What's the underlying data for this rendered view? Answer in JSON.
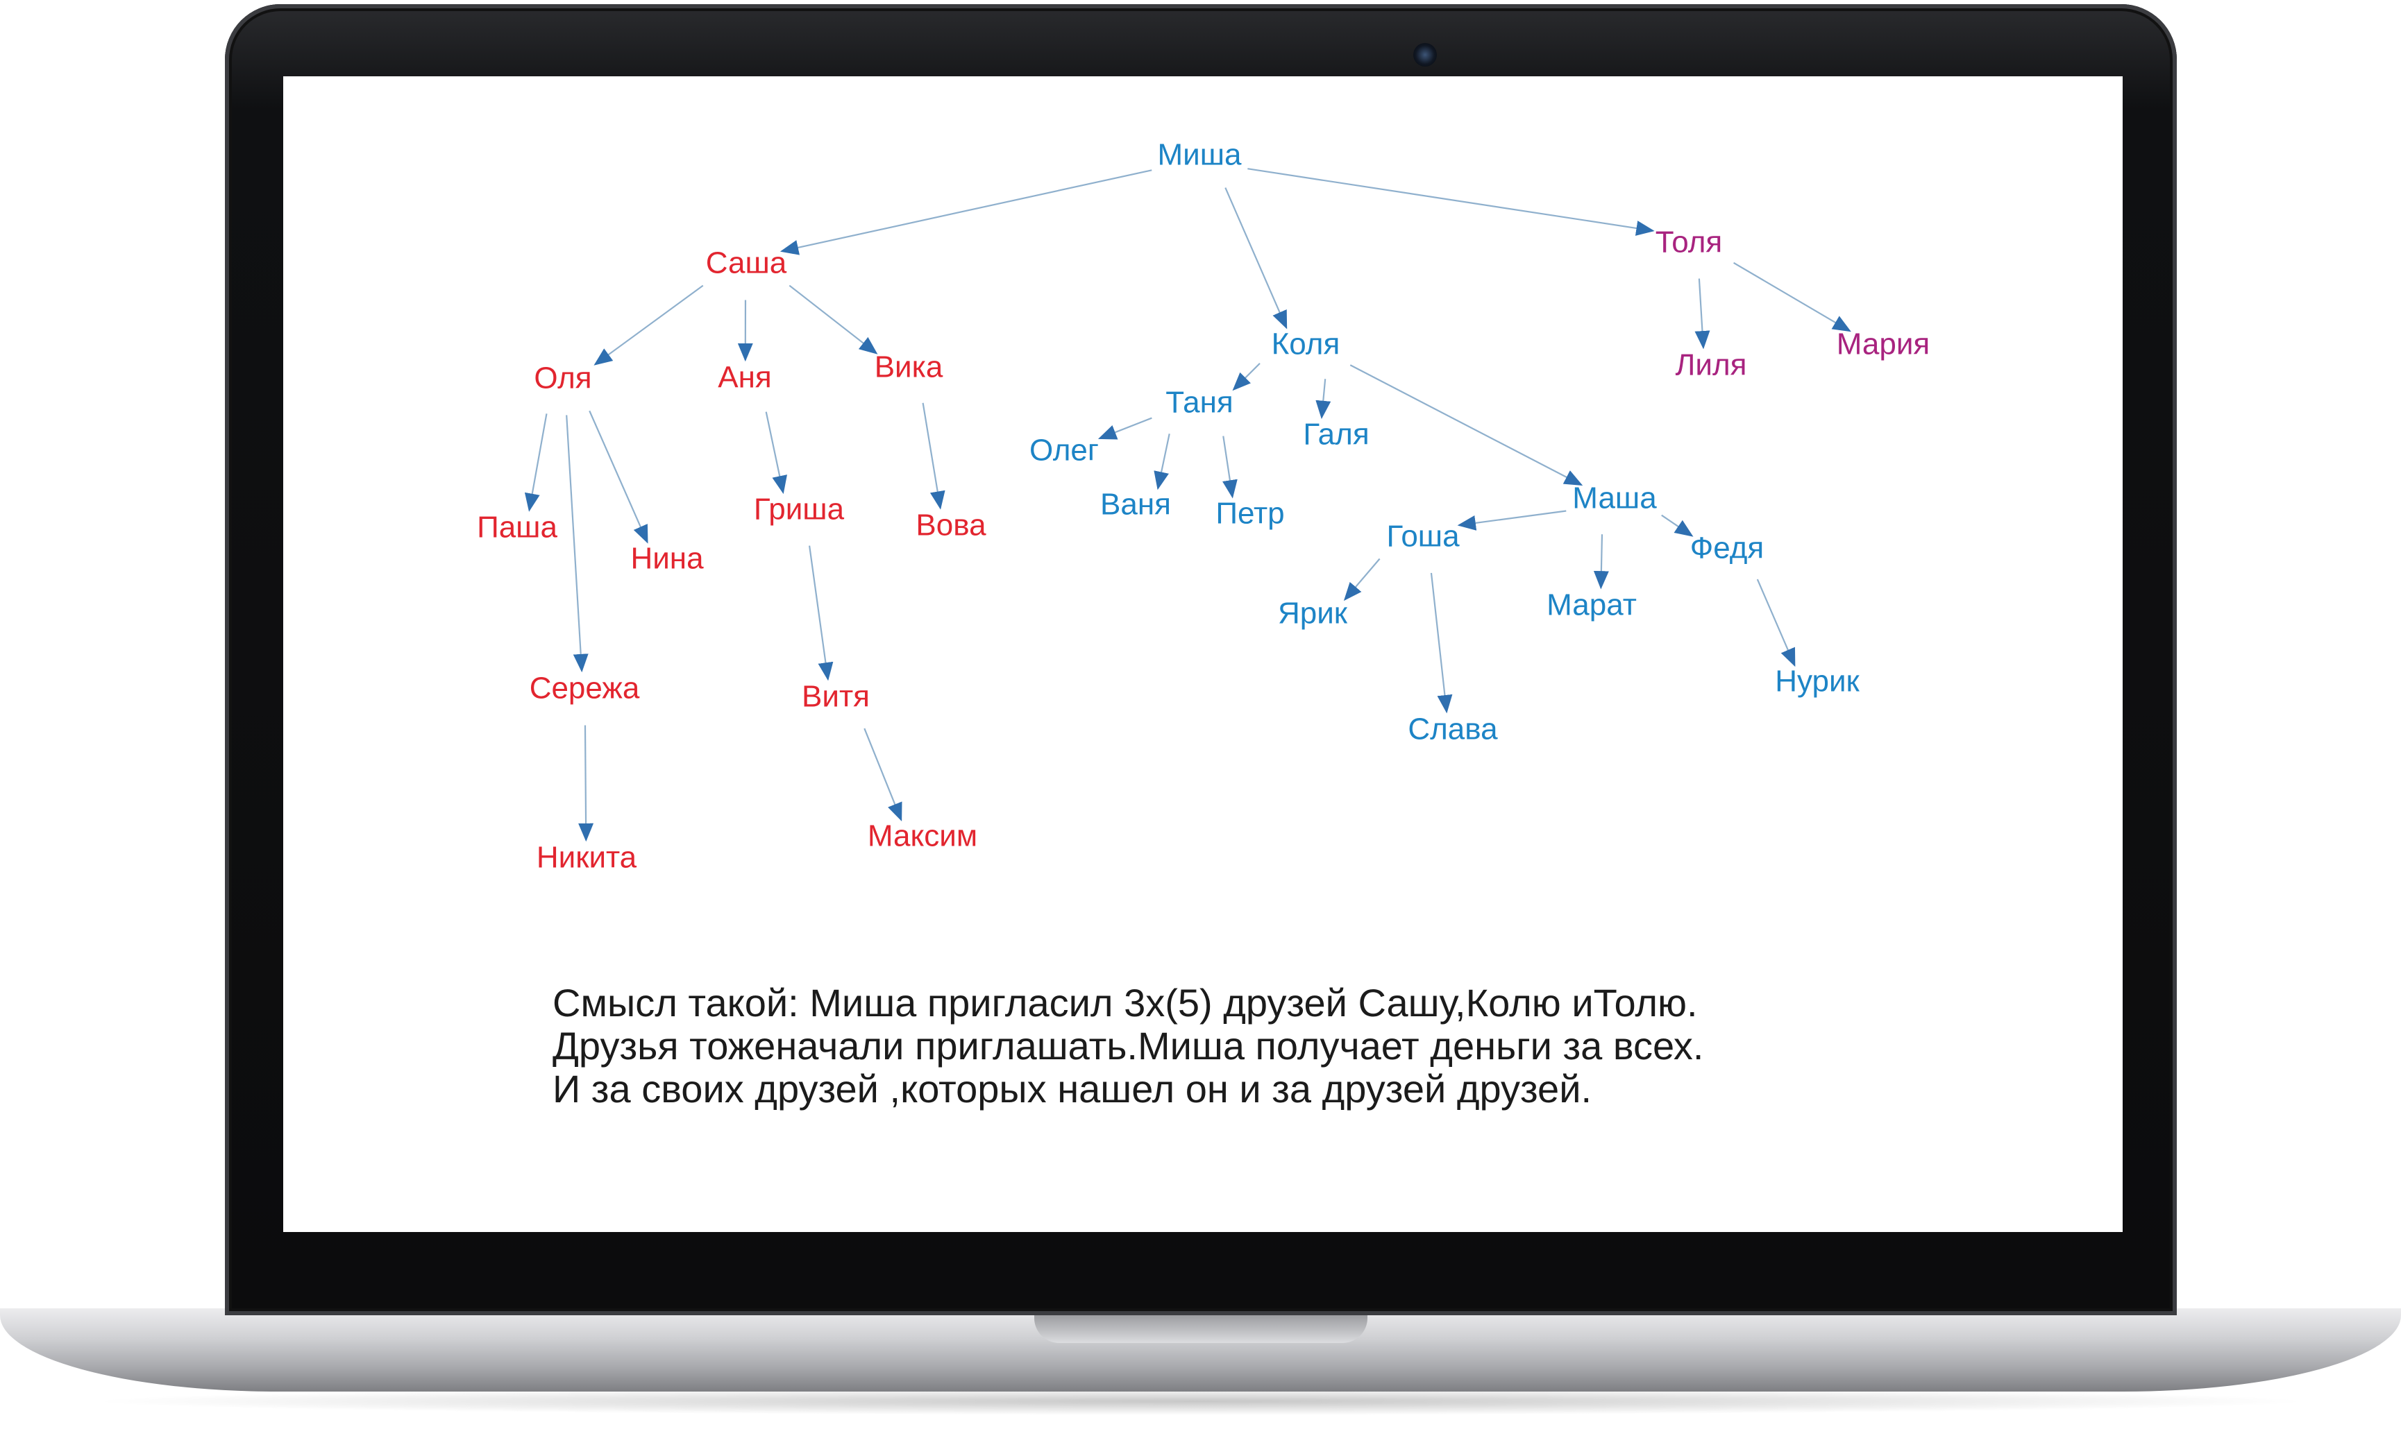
{
  "colors": {
    "red_branch": "#e2252f",
    "blue_branch": "#1d84c6",
    "purple_branch": "#a8237f",
    "arrow": "#2f6fb0"
  },
  "nodes": [
    {
      "id": "misha",
      "label": "Миша",
      "branch": "blue"
    },
    {
      "id": "sasha",
      "label": "Саша",
      "branch": "red"
    },
    {
      "id": "kolya",
      "label": "Коля",
      "branch": "blue"
    },
    {
      "id": "tolya",
      "label": "Толя",
      "branch": "purple"
    },
    {
      "id": "olya",
      "label": "Оля",
      "branch": "red"
    },
    {
      "id": "anya",
      "label": "Аня",
      "branch": "red"
    },
    {
      "id": "vika",
      "label": "Вика",
      "branch": "red"
    },
    {
      "id": "pasha",
      "label": "Паша",
      "branch": "red"
    },
    {
      "id": "nina",
      "label": "Нина",
      "branch": "red"
    },
    {
      "id": "seryozha",
      "label": "Сережа",
      "branch": "red"
    },
    {
      "id": "nikita",
      "label": "Никита",
      "branch": "red"
    },
    {
      "id": "grisha",
      "label": "Гриша",
      "branch": "red"
    },
    {
      "id": "vitya",
      "label": "Витя",
      "branch": "red"
    },
    {
      "id": "maksim",
      "label": "Максим",
      "branch": "red"
    },
    {
      "id": "vova",
      "label": "Вова",
      "branch": "red"
    },
    {
      "id": "tanya",
      "label": "Таня",
      "branch": "blue"
    },
    {
      "id": "galya",
      "label": "Галя",
      "branch": "blue"
    },
    {
      "id": "oleg",
      "label": "Олег",
      "branch": "blue"
    },
    {
      "id": "vanya",
      "label": "Ваня",
      "branch": "blue"
    },
    {
      "id": "petr",
      "label": "Петр",
      "branch": "blue"
    },
    {
      "id": "masha",
      "label": "Маша",
      "branch": "blue"
    },
    {
      "id": "gosha",
      "label": "Гоша",
      "branch": "blue"
    },
    {
      "id": "yarik",
      "label": "Ярик",
      "branch": "blue"
    },
    {
      "id": "slava",
      "label": "Слава",
      "branch": "blue"
    },
    {
      "id": "marat",
      "label": "Марат",
      "branch": "blue"
    },
    {
      "id": "fedya",
      "label": "Федя",
      "branch": "blue"
    },
    {
      "id": "nurik",
      "label": "Нурик",
      "branch": "blue"
    },
    {
      "id": "lilya",
      "label": "Лиля",
      "branch": "purple"
    },
    {
      "id": "mariya",
      "label": "Мария",
      "branch": "purple"
    }
  ],
  "edges": [
    [
      "misha",
      "sasha"
    ],
    [
      "misha",
      "kolya"
    ],
    [
      "misha",
      "tolya"
    ],
    [
      "sasha",
      "olya"
    ],
    [
      "sasha",
      "anya"
    ],
    [
      "sasha",
      "vika"
    ],
    [
      "olya",
      "pasha"
    ],
    [
      "olya",
      "seryozha"
    ],
    [
      "olya",
      "nina"
    ],
    [
      "seryozha",
      "nikita"
    ],
    [
      "anya",
      "grisha"
    ],
    [
      "grisha",
      "vitya"
    ],
    [
      "vitya",
      "maksim"
    ],
    [
      "vika",
      "vova"
    ],
    [
      "kolya",
      "tanya"
    ],
    [
      "kolya",
      "galya"
    ],
    [
      "kolya",
      "masha"
    ],
    [
      "tanya",
      "oleg"
    ],
    [
      "tanya",
      "vanya"
    ],
    [
      "tanya",
      "petr"
    ],
    [
      "masha",
      "gosha"
    ],
    [
      "masha",
      "marat"
    ],
    [
      "masha",
      "fedya"
    ],
    [
      "gosha",
      "yarik"
    ],
    [
      "gosha",
      "slava"
    ],
    [
      "fedya",
      "nurik"
    ],
    [
      "tolya",
      "lilya"
    ],
    [
      "tolya",
      "mariya"
    ]
  ],
  "caption": {
    "line1": "Смысл такой: Миша пригласил 3х(5) друзей Сашу,Колю иТолю.",
    "line2": "Друзья тоженачали приглашать.Миша получает деньги за всех.",
    "line3": "И за своих друзей ,которых нашел он и за друзей друзей."
  }
}
